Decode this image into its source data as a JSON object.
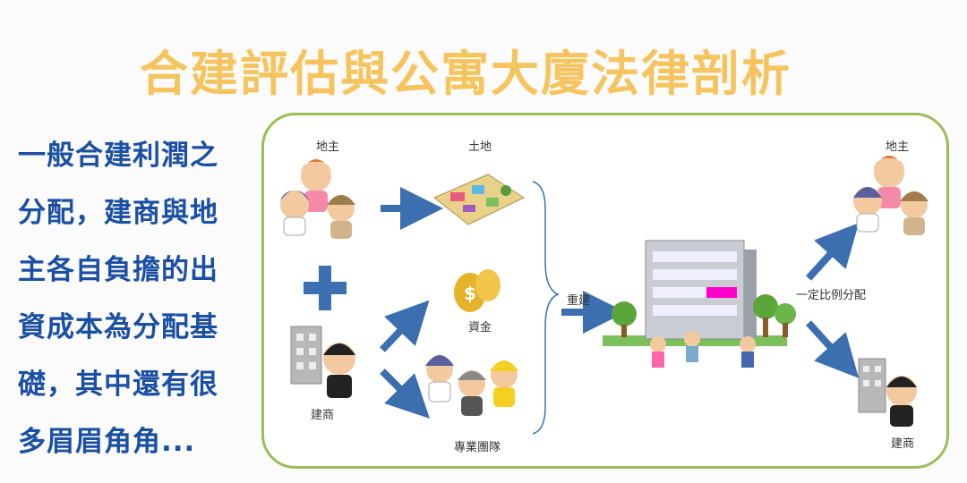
{
  "title": "合建評估與公寓大廈法律剖析",
  "side_text": [
    "一般合建利潤之",
    "分配，建商與地",
    "主各自負擔的出",
    "資成本為分配基",
    "礎，其中還有很",
    "多眉眉角角..."
  ],
  "diagram": {
    "landowner": "地主",
    "land": "土地",
    "builder": "建商",
    "funds": "資金",
    "team": "專業團隊",
    "rebuild": "重建",
    "ratio": "一定比例分配",
    "landowner_out": "地主",
    "builder_out": "建商",
    "coin_symbol": "$"
  },
  "colors": {
    "title": "#f6c45e",
    "side_text": "#1a4fa3",
    "border": "#9bbd58",
    "arrow": "#3b6fb0"
  }
}
